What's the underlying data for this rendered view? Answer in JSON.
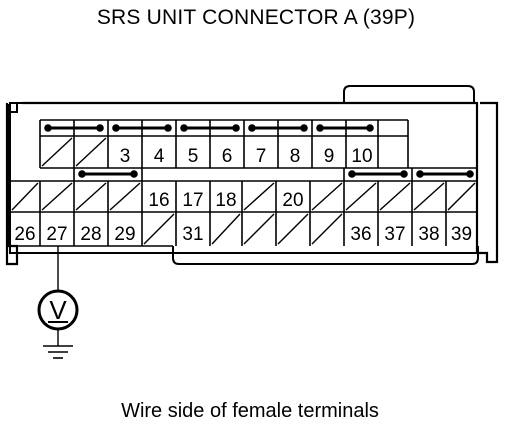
{
  "title": "SRS UNIT CONNECTOR A (39P)",
  "caption": "Wire side of female terminals",
  "connector": {
    "row1_numbers": [
      "",
      "",
      "3",
      "4",
      "5",
      "6",
      "7",
      "8",
      "9",
      "10"
    ],
    "row2_numbers": [
      "",
      "",
      "",
      "",
      "16",
      "17",
      "18",
      "",
      "20",
      "",
      "",
      "",
      "",
      "",
      ""
    ],
    "row3_numbers": [
      "26",
      "27",
      "28",
      "29",
      "",
      "31",
      "",
      "",
      "",
      "",
      "36",
      "37",
      "38",
      "39"
    ]
  },
  "meter": {
    "symbol": "V",
    "probe_terminal": "27"
  },
  "colors": {
    "line": "#000000",
    "background": "#ffffff"
  }
}
